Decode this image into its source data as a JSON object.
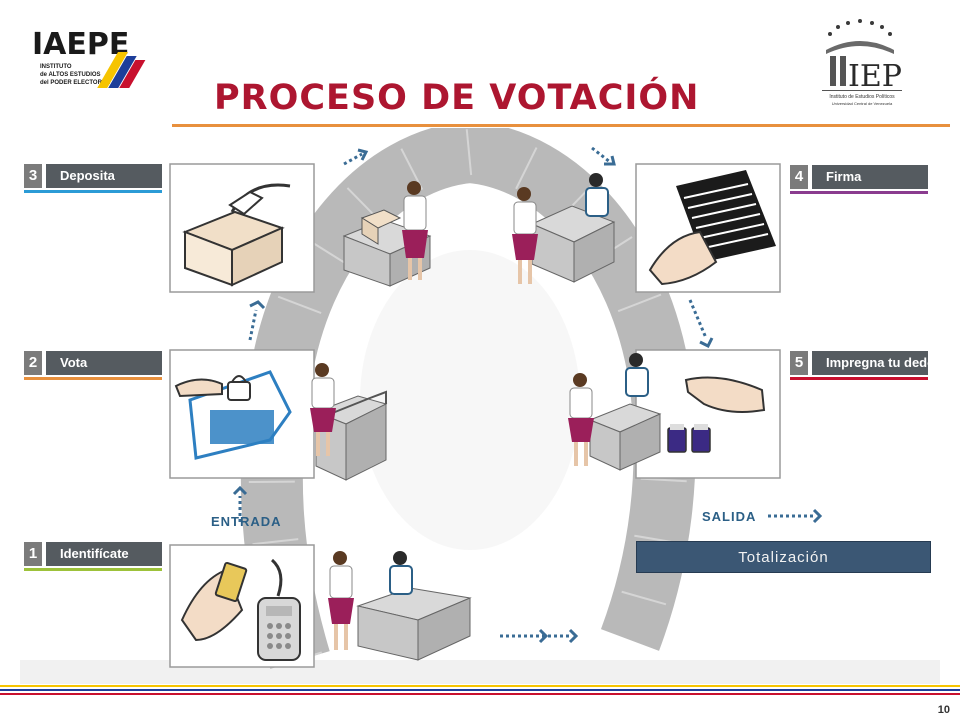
{
  "header": {
    "title": "PROCESO DE VOTACIÓN",
    "left_logo": {
      "brand": "IAEPE",
      "subtitle_line1": "INSTITUTO",
      "subtitle_line2": "de ALTOS ESTUDIOS",
      "subtitle_line3": "del PODER ELECTORAL",
      "colors": [
        "#f6c400",
        "#1d3e9a",
        "#c8102e"
      ]
    },
    "right_logo": {
      "brand": "IEP",
      "line1": "Instituto de Estudios Políticos",
      "line2": "Universidad Central de Venezuela"
    }
  },
  "steps": [
    {
      "number": "1",
      "label": "Identifícate",
      "accent": "#9dc23a"
    },
    {
      "number": "2",
      "label": "Vota",
      "accent": "#e8903d"
    },
    {
      "number": "3",
      "label": "Deposita",
      "accent": "#2b9bd6"
    },
    {
      "number": "4",
      "label": "Firma",
      "accent": "#8a3c8f"
    },
    {
      "number": "5",
      "label": "Impregna tu dedo",
      "accent": "#c8102e"
    }
  ],
  "flow": {
    "entrada": "ENTRADA",
    "salida": "SALIDA"
  },
  "totalizacion_button": "Totalización",
  "footer": {
    "page_number": "10",
    "line_colors": [
      "#f6c400",
      "#1d3e9a",
      "#c8102e"
    ]
  },
  "colors": {
    "title": "#ad1630",
    "tab_bg": "#555b60",
    "track": "#b9b9b9",
    "shirt": "#ffffff",
    "skirt": "#9b1f5a",
    "uniform_accent": "#2b5f86"
  }
}
